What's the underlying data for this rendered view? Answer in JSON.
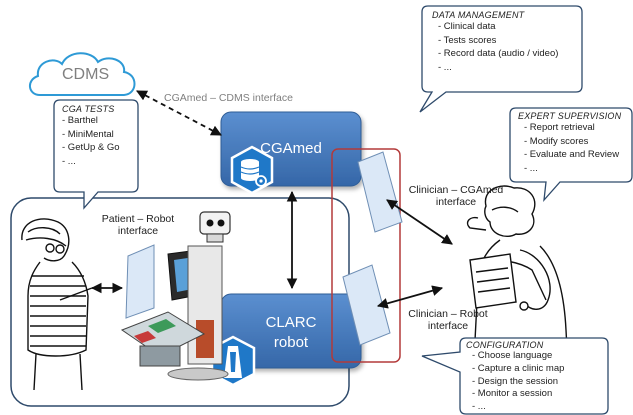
{
  "cloud": {
    "label": "CDMS"
  },
  "cgamed": {
    "label": "CGAmed"
  },
  "clarc": {
    "line1": "CLARC",
    "line2": "robot"
  },
  "edges": {
    "cdms": "CGAmed – CDMS interface",
    "patient_line1": "Patient – Robot",
    "patient_line2": "interface",
    "clinician_cgamed_line1": "Clinician – CGAmed",
    "clinician_cgamed_line2": "interface",
    "clinician_robot_line1": "Clinician – Robot",
    "clinician_robot_line2": "interface"
  },
  "callouts": {
    "cga_tests": {
      "title": "CGA TESTS",
      "items": [
        "- Barthel",
        "- MiniMental",
        "- GetUp & Go",
        "- ..."
      ]
    },
    "data_management": {
      "title": "DATA MANAGEMENT",
      "items": [
        "- Clinical data",
        "- Tests scores",
        "- Record data (audio / video)",
        "- ..."
      ]
    },
    "expert_supervision": {
      "title": "EXPERT SUPERVISION",
      "items": [
        "- Report retrieval",
        "- Modify scores",
        "- Evaluate and Review",
        "- ..."
      ]
    },
    "configuration": {
      "title": "CONFIGURATION",
      "items": [
        "- Choose language",
        "- Capture a clinic map",
        "- Design the session",
        "- Monitor a session",
        "- ..."
      ]
    }
  },
  "colors": {
    "box_blue": "#4a7fc1",
    "box_border": "#2f5d96",
    "icon_blue": "#1f78c8",
    "outline_blue": "#2e4a6b",
    "highlight_red": "#b33a3a",
    "cloud_blue": "#2e9ad6"
  }
}
